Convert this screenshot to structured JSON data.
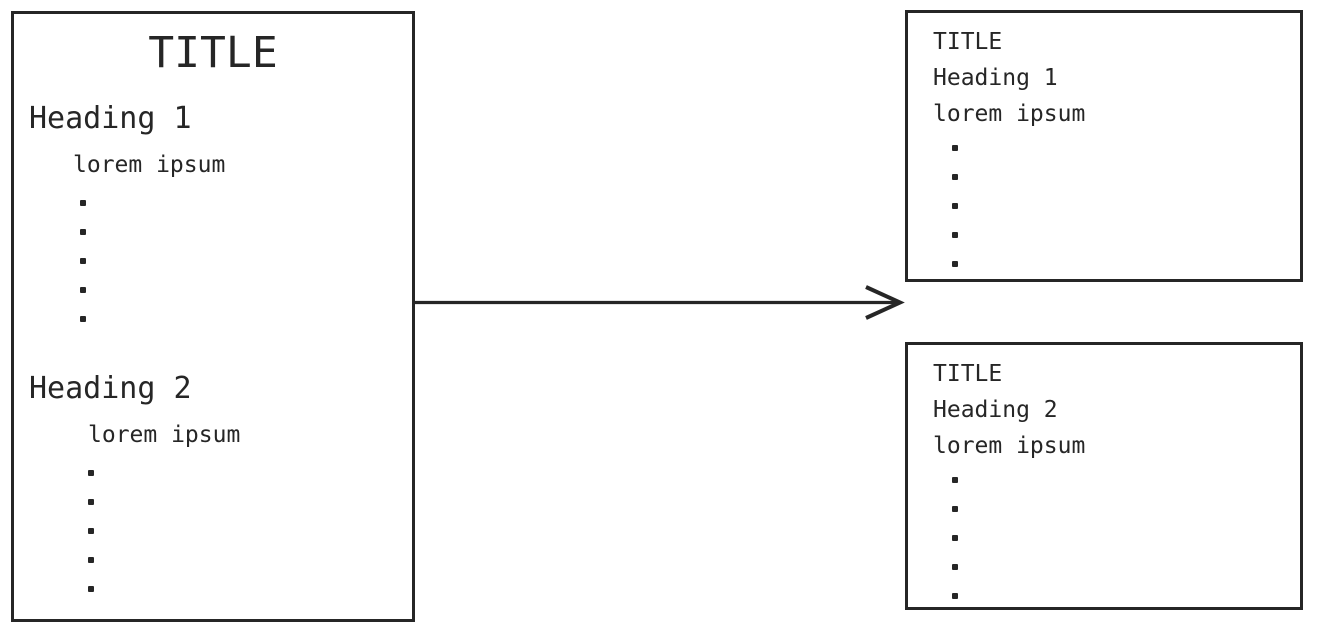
{
  "diagram": {
    "type": "document-chunking-flow",
    "background_color": "#ffffff",
    "stroke_color": "#262626",
    "source_document": {
      "name": "source-document",
      "title": "TITLE",
      "sections": [
        {
          "heading": "Heading 1",
          "body": "lorem ipsum",
          "bullet_count": 5
        },
        {
          "heading": "Heading 2",
          "body": "lorem ipsum",
          "bullet_count": 5
        }
      ]
    },
    "arrow": {
      "name": "transform-arrow",
      "direction": "right",
      "label": ""
    },
    "chunks": [
      {
        "name": "chunk-document-1",
        "lines": [
          "TITLE",
          "Heading 1",
          "lorem ipsum"
        ],
        "bullet_count": 5
      },
      {
        "name": "chunk-document-2",
        "lines": [
          "TITLE",
          "Heading 2",
          "lorem ipsum"
        ],
        "bullet_count": 5
      }
    ]
  }
}
